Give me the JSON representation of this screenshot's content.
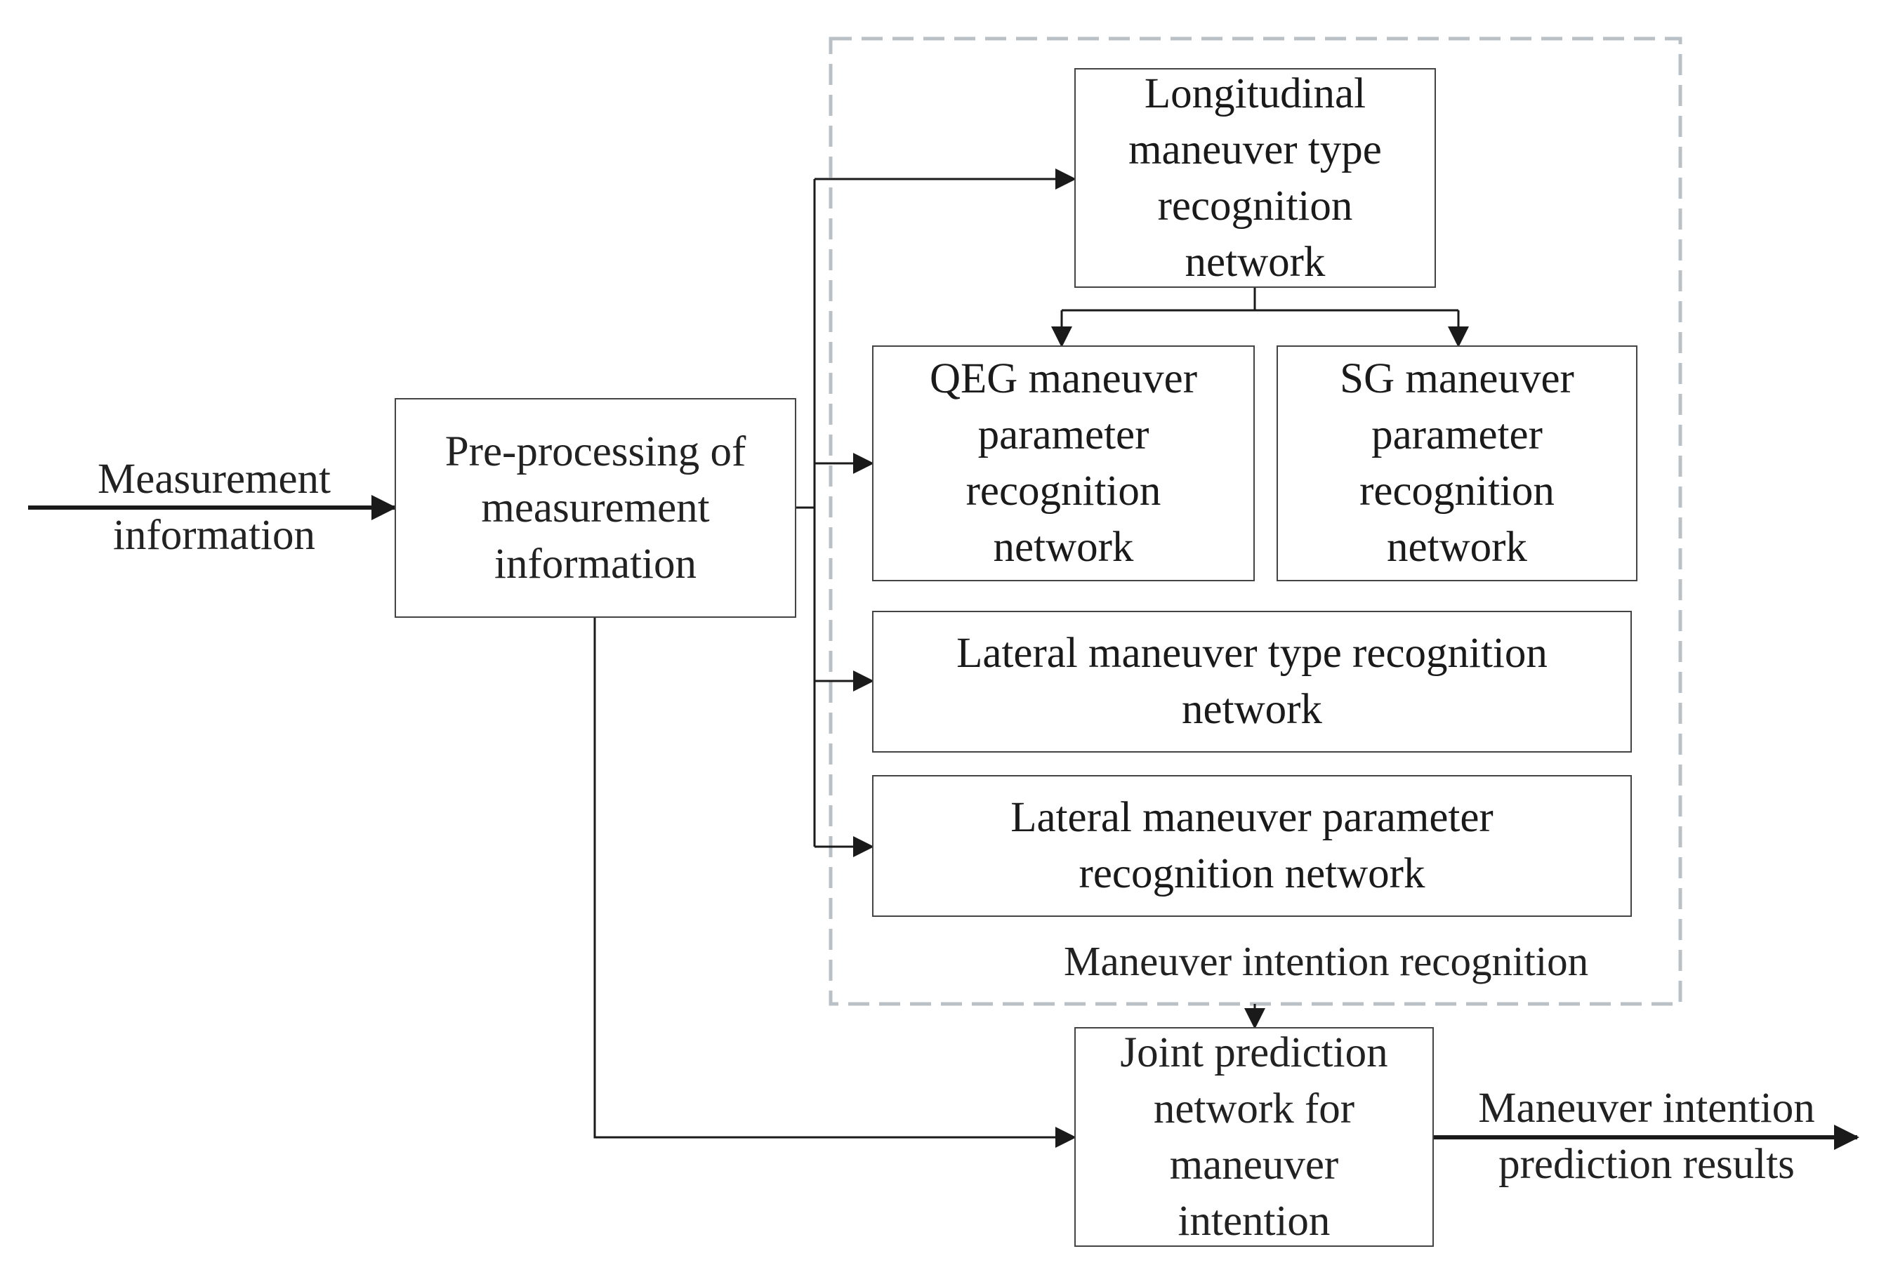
{
  "inputs": {
    "measurement": "Measurement\ninformation"
  },
  "outputs": {
    "result": "Maneuver intention\nprediction results"
  },
  "nodes": {
    "preprocessing": "Pre-processing of\nmeasurement\ninformation",
    "longitudinal_type": "Longitudinal\nmaneuver type\nrecognition\nnetwork",
    "qeg_param": "QEG maneuver\nparameter\nrecognition\nnetwork",
    "sg_param": "SG maneuver\nparameter\nrecognition\nnetwork",
    "lateral_type": "Lateral maneuver type recognition\nnetwork",
    "lateral_param": "Lateral maneuver parameter\nrecognition network",
    "joint_prediction": "Joint prediction\nnetwork for\nmaneuver\nintention"
  },
  "group": {
    "label": "Maneuver intention recognition"
  },
  "colors": {
    "box_border": "#444444",
    "arrow": "#1a1a1a",
    "group_border": "#b9c0c6",
    "text": "#1a1a1a"
  }
}
